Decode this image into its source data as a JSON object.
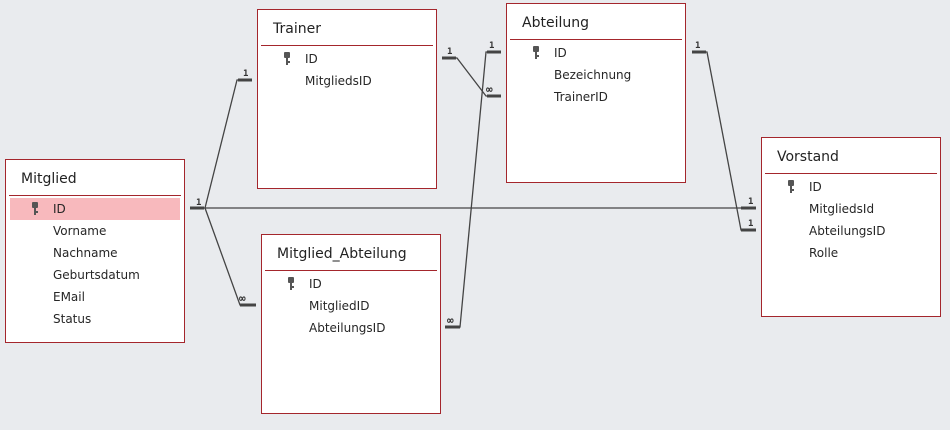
{
  "tables": {
    "trainer": {
      "name": "Trainer",
      "fields": [
        "ID",
        "MitgliedsID"
      ]
    },
    "abteilung": {
      "name": "Abteilung",
      "fields": [
        "ID",
        "Bezeichnung",
        "TrainerID"
      ]
    },
    "mitglied": {
      "name": "Mitglied",
      "fields": [
        "ID",
        "Vorname",
        "Nachname",
        "Geburtsdatum",
        "EMail",
        "Status"
      ]
    },
    "mitglied_abteilung": {
      "name": "Mitglied_Abteilung",
      "fields": [
        "ID",
        "MitgliedID",
        "AbteilungsID"
      ]
    },
    "vorstand": {
      "name": "Vorstand",
      "fields": [
        "ID",
        "MitgliedsId",
        "AbteilungsID",
        "Rolle"
      ]
    }
  },
  "relationships": [
    {
      "from": "Mitglied.ID",
      "to": "Trainer.MitgliedsID",
      "from_card": "1",
      "to_card": "1"
    },
    {
      "from": "Mitglied.ID",
      "to": "Mitglied_Abteilung.MitgliedID",
      "from_card": "1",
      "to_card": "∞"
    },
    {
      "from": "Mitglied.ID",
      "to": "Vorstand.MitgliedsId",
      "from_card": "1",
      "to_card": "1"
    },
    {
      "from": "Trainer.ID",
      "to": "Abteilung.TrainerID",
      "from_card": "1",
      "to_card": "∞"
    },
    {
      "from": "Abteilung.ID",
      "to": "Mitglied_Abteilung.AbteilungsID",
      "from_card": "1",
      "to_card": "∞"
    },
    {
      "from": "Abteilung.ID",
      "to": "Vorstand.AbteilungsID",
      "from_card": "1",
      "to_card": "1"
    }
  ],
  "colors": {
    "border": "#a4262c",
    "selected_field": "#f8b9bd",
    "background": "#e9ebee",
    "line": "#444444"
  },
  "primary_key_icon": "key-icon"
}
